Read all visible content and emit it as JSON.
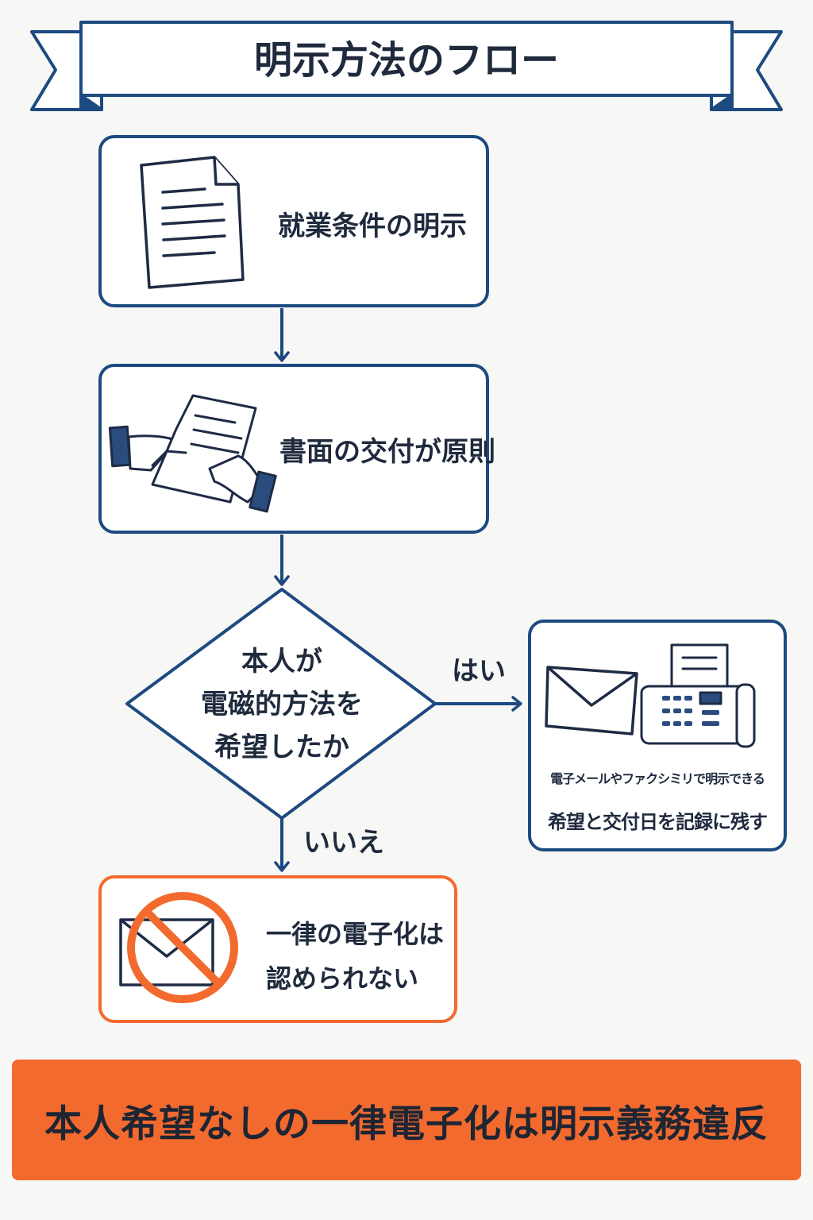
{
  "title": "明示方法のフロー",
  "steps": {
    "step1": {
      "text": "就業条件の明示",
      "icon": "document-icon"
    },
    "step2": {
      "text": "書面の交付が原則",
      "icon": "handing-document-icon"
    },
    "decision": {
      "lines": [
        "本人が",
        "電磁的方法を",
        "希望したか"
      ]
    },
    "yes": {
      "label": "はい",
      "lines": [
        "電子メールやファクシミリで明示できる",
        "希望と交付日を記録に残す"
      ],
      "icons": [
        "envelope-icon",
        "fax-machine-icon"
      ]
    },
    "no": {
      "label": "いいえ",
      "lines": [
        "一律の電子化は",
        "認められない"
      ],
      "icon": "prohibited-email-icon"
    }
  },
  "footer": "本人希望なしの一律電子化は明示義務違反",
  "colors": {
    "navy": "#1d4a80",
    "orange": "#f26a2e",
    "text": "#1f2a3d",
    "background": "#f7f7f5"
  }
}
